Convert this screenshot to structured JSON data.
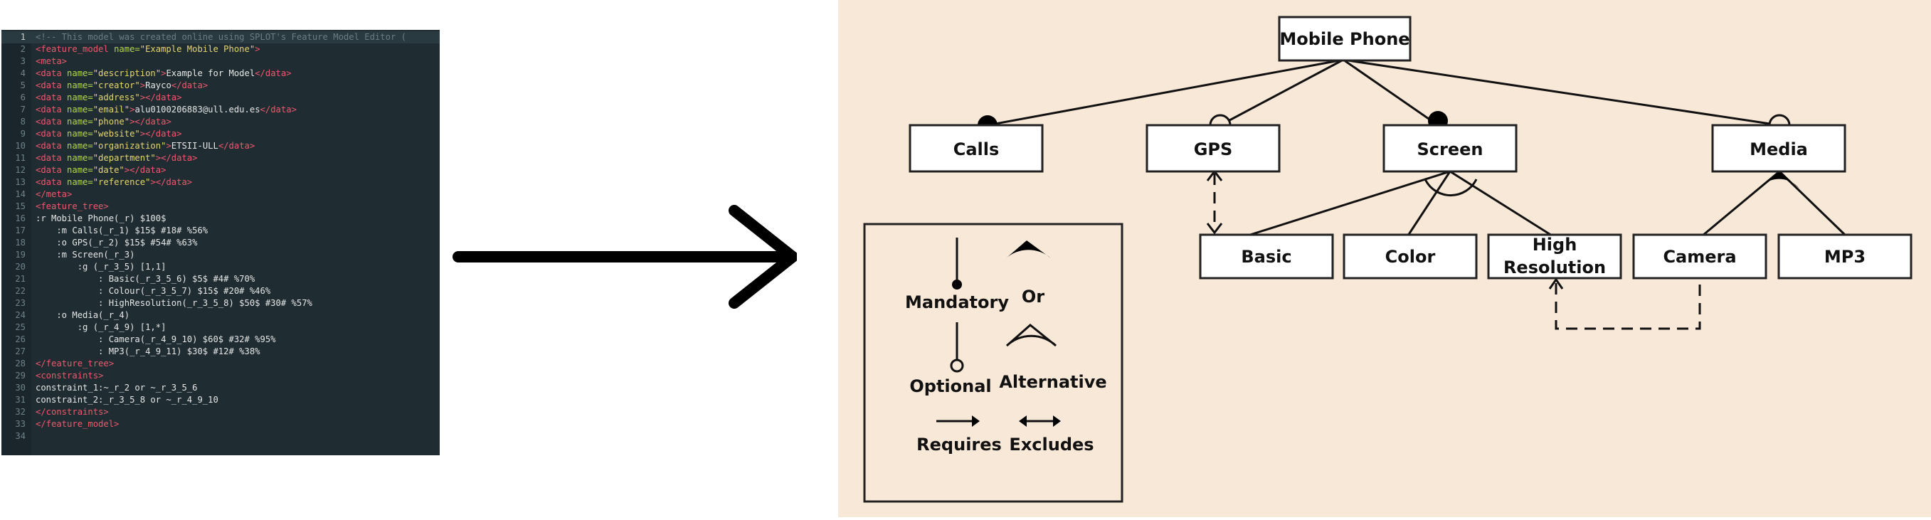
{
  "editor": {
    "lines": [
      {
        "n": "1",
        "tokens": [
          [
            "c",
            "<!-- This model was created online using SPLOT's Feature Model Editor ("
          ]
        ]
      },
      {
        "n": "2",
        "tokens": [
          [
            "t",
            "<feature_model "
          ],
          [
            "a",
            "name="
          ],
          [
            "s",
            "\"Example Mobile Phone\""
          ],
          [
            "t",
            ">"
          ]
        ]
      },
      {
        "n": "3",
        "tokens": [
          [
            "t",
            "<meta>"
          ]
        ]
      },
      {
        "n": "4",
        "tokens": [
          [
            "t",
            "<data "
          ],
          [
            "a",
            "name="
          ],
          [
            "s",
            "\"description\""
          ],
          [
            "t",
            ">"
          ],
          [
            "p",
            "Example for Model"
          ],
          [
            "t",
            "</data>"
          ]
        ]
      },
      {
        "n": "5",
        "tokens": [
          [
            "t",
            "<data "
          ],
          [
            "a",
            "name="
          ],
          [
            "s",
            "\"creator\""
          ],
          [
            "t",
            ">"
          ],
          [
            "p",
            "Rayco"
          ],
          [
            "t",
            "</data>"
          ]
        ]
      },
      {
        "n": "6",
        "tokens": [
          [
            "t",
            "<data "
          ],
          [
            "a",
            "name="
          ],
          [
            "s",
            "\"address\""
          ],
          [
            "t",
            "></data>"
          ]
        ]
      },
      {
        "n": "7",
        "tokens": [
          [
            "t",
            "<data "
          ],
          [
            "a",
            "name="
          ],
          [
            "s",
            "\"email\""
          ],
          [
            "t",
            ">"
          ],
          [
            "p",
            "alu0100206883@ull.edu.es"
          ],
          [
            "t",
            "</data>"
          ]
        ]
      },
      {
        "n": "8",
        "tokens": [
          [
            "t",
            "<data "
          ],
          [
            "a",
            "name="
          ],
          [
            "s",
            "\"phone\""
          ],
          [
            "t",
            "></data>"
          ]
        ]
      },
      {
        "n": "9",
        "tokens": [
          [
            "t",
            "<data "
          ],
          [
            "a",
            "name="
          ],
          [
            "s",
            "\"website\""
          ],
          [
            "t",
            "></data>"
          ]
        ]
      },
      {
        "n": "10",
        "tokens": [
          [
            "t",
            "<data "
          ],
          [
            "a",
            "name="
          ],
          [
            "s",
            "\"organization\""
          ],
          [
            "t",
            ">"
          ],
          [
            "p",
            "ETSII-ULL"
          ],
          [
            "t",
            "</data>"
          ]
        ]
      },
      {
        "n": "11",
        "tokens": [
          [
            "t",
            "<data "
          ],
          [
            "a",
            "name="
          ],
          [
            "s",
            "\"department\""
          ],
          [
            "t",
            "></data>"
          ]
        ]
      },
      {
        "n": "12",
        "tokens": [
          [
            "t",
            "<data "
          ],
          [
            "a",
            "name="
          ],
          [
            "s",
            "\"date\""
          ],
          [
            "t",
            "></data>"
          ]
        ]
      },
      {
        "n": "13",
        "tokens": [
          [
            "t",
            "<data "
          ],
          [
            "a",
            "name="
          ],
          [
            "s",
            "\"reference\""
          ],
          [
            "t",
            "></data>"
          ]
        ]
      },
      {
        "n": "14",
        "tokens": [
          [
            "t",
            "</meta>"
          ]
        ]
      },
      {
        "n": "15",
        "tokens": [
          [
            "t",
            "<feature_tree>"
          ]
        ]
      },
      {
        "n": "16",
        "tokens": [
          [
            "p",
            ":r Mobile Phone(_r) $100$"
          ]
        ]
      },
      {
        "n": "17",
        "tokens": [
          [
            "p",
            "    :m Calls(_r_1) $15$ #18# %56%"
          ]
        ]
      },
      {
        "n": "18",
        "tokens": [
          [
            "p",
            "    :o GPS(_r_2) $15$ #54# %63%"
          ]
        ]
      },
      {
        "n": "19",
        "tokens": [
          [
            "p",
            "    :m Screen(_r_3)"
          ]
        ]
      },
      {
        "n": "20",
        "tokens": [
          [
            "p",
            "        :g (_r_3_5) [1,1]"
          ]
        ]
      },
      {
        "n": "21",
        "tokens": [
          [
            "p",
            "            : Basic(_r_3_5_6) $5$ #4# %70%"
          ]
        ]
      },
      {
        "n": "22",
        "tokens": [
          [
            "p",
            "            : Colour(_r_3_5_7) $15$ #20# %46%"
          ]
        ]
      },
      {
        "n": "23",
        "tokens": [
          [
            "p",
            "            : HighResolution(_r_3_5_8) $50$ #30# %57%"
          ]
        ]
      },
      {
        "n": "24",
        "tokens": [
          [
            "p",
            "    :o Media(_r_4)"
          ]
        ]
      },
      {
        "n": "25",
        "tokens": [
          [
            "p",
            "        :g (_r_4_9) [1,*]"
          ]
        ]
      },
      {
        "n": "26",
        "tokens": [
          [
            "p",
            "            : Camera(_r_4_9_10) $60$ #32# %95%"
          ]
        ]
      },
      {
        "n": "27",
        "tokens": [
          [
            "p",
            "            : MP3(_r_4_9_11) $30$ #12# %38%"
          ]
        ]
      },
      {
        "n": "28",
        "tokens": [
          [
            "t",
            "</feature_tree>"
          ]
        ]
      },
      {
        "n": "29",
        "tokens": [
          [
            "t",
            "<constraints>"
          ]
        ]
      },
      {
        "n": "30",
        "tokens": [
          [
            "p",
            "constraint_1:~_r_2 or ~_r_3_5_6"
          ]
        ]
      },
      {
        "n": "31",
        "tokens": [
          [
            "p",
            "constraint_2:_r_3_5_8 or ~_r_4_9_10"
          ]
        ]
      },
      {
        "n": "32",
        "tokens": [
          [
            "t",
            "</constraints>"
          ]
        ]
      },
      {
        "n": "33",
        "tokens": [
          [
            "t",
            "</feature_model>"
          ]
        ]
      },
      {
        "n": "34",
        "tokens": []
      }
    ]
  },
  "diagram": {
    "root": "Mobile Phone",
    "features": {
      "calls": "Calls",
      "gps": "GPS",
      "screen": "Screen",
      "media": "Media",
      "basic": "Basic",
      "color": "Color",
      "high_res_1": "High",
      "high_res_2": "Resolution",
      "camera": "Camera",
      "mp3": "MP3"
    },
    "legend": {
      "mandatory": "Mandatory",
      "or": "Or",
      "optional": "Optional",
      "alternative": "Alternative",
      "requires": "Requires",
      "excludes": "Excludes"
    }
  },
  "colors": {
    "editor_bg": "#1f2d33",
    "diagram_bg": "#f8e8d8",
    "tag": "#f0576b",
    "attr": "#b6d64a",
    "string": "#e7d56c"
  }
}
